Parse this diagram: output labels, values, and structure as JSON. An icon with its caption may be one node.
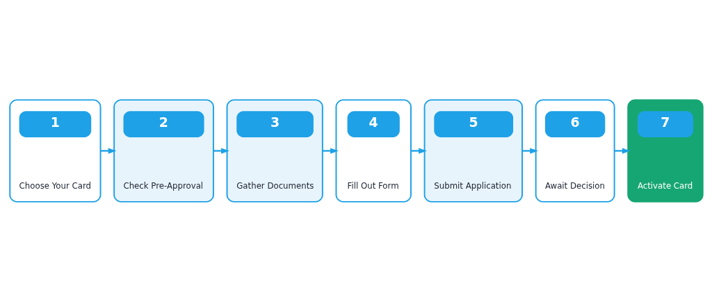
{
  "diagram": {
    "nodes": [
      {
        "text": [
          "1",
          "Choose Your Card"
        ]
      },
      {
        "text": [
          "2",
          "Check Pre-Approval"
        ]
      },
      {
        "text": [
          "3",
          "Gather Documents"
        ]
      },
      {
        "text": [
          "4",
          "Fill Out Form"
        ]
      },
      {
        "text": [
          "5",
          "Submit Application"
        ]
      },
      {
        "text": [
          "6",
          "Await Decision"
        ]
      },
      {
        "text": [
          "7",
          "Activate Card"
        ]
      }
    ],
    "edges": [
      {
        "from": 0,
        "to": 1,
        "arrow": "to"
      },
      {
        "from": 1,
        "to": 2,
        "arrow": "to"
      },
      {
        "from": 2,
        "to": 3,
        "arrow": "to"
      },
      {
        "from": 3,
        "to": 4,
        "arrow": "to"
      },
      {
        "from": 4,
        "to": 5,
        "arrow": "to"
      },
      {
        "from": 5,
        "to": 6,
        "arrow": "to"
      }
    ]
  }
}
